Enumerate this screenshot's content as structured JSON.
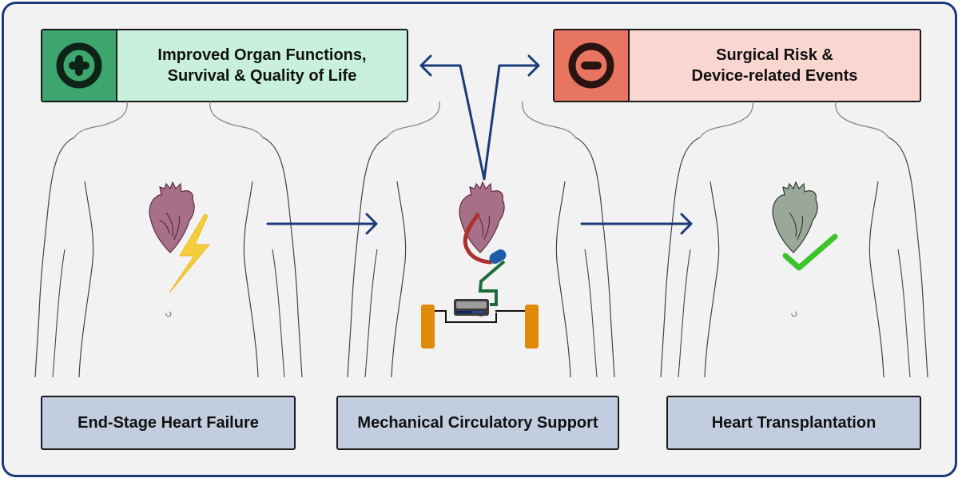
{
  "outcomes": {
    "benefit": {
      "icon": "plus-circle-icon",
      "line1": "Improved Organ Functions,",
      "line2": "Survival & Quality of Life",
      "accent": "#3da56e",
      "background": "#c8f0dc"
    },
    "risk": {
      "icon": "minus-circle-icon",
      "line1": "Surgical Risk &",
      "line2": "Device-related Events",
      "accent": "#e87562",
      "background": "#fad6d1"
    }
  },
  "stages": [
    {
      "label": "End-Stage Heart Failure",
      "illustration": "heart-with-lightning"
    },
    {
      "label": "Mechanical Circulatory Support",
      "illustration": "heart-with-lvad-device"
    },
    {
      "label": "Heart Transplantation",
      "illustration": "heart-with-checkmark"
    }
  ],
  "colors": {
    "arrow": "#1b3a7a",
    "stage_box": "#c3cde0",
    "frame_border": "#1b3a7a",
    "lightning": "#f5cd3a",
    "checkmark": "#3cc42a",
    "battery": "#e08a0a",
    "driveline": "#1d6b3a",
    "outflow_graft": "#b03030",
    "pump": "#1e5ea8"
  }
}
